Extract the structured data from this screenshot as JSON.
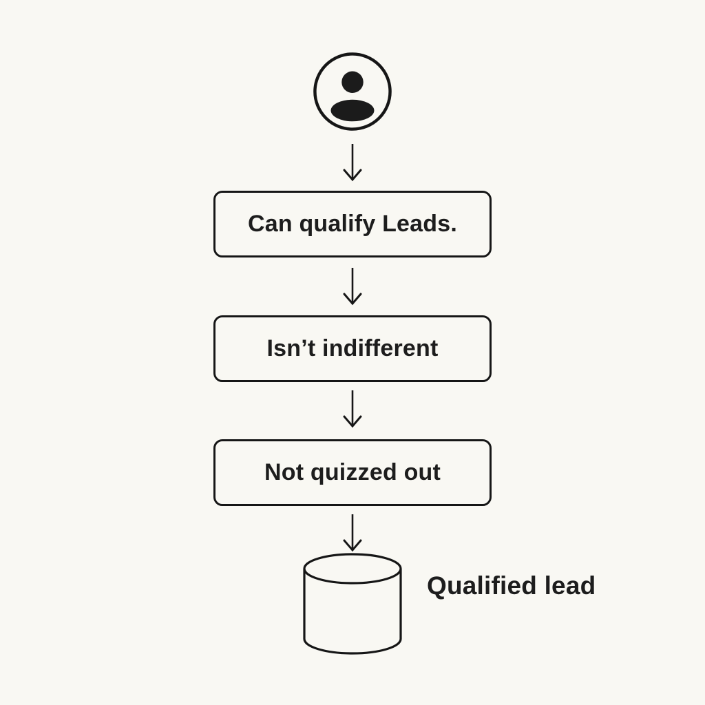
{
  "colors": {
    "background": "#F9F8F3",
    "ink": "#161616",
    "text": "#1D1D1D"
  },
  "flowchart": {
    "source": {
      "icon": "user-icon"
    },
    "steps": [
      {
        "label": "Can qualify Leads."
      },
      {
        "label": "Isn’t indifferent"
      },
      {
        "label": "Not quizzed out"
      }
    ],
    "connector": {
      "icon": "arrow-down-icon"
    },
    "sink": {
      "icon": "database-icon",
      "label": "Qualified lead"
    }
  }
}
